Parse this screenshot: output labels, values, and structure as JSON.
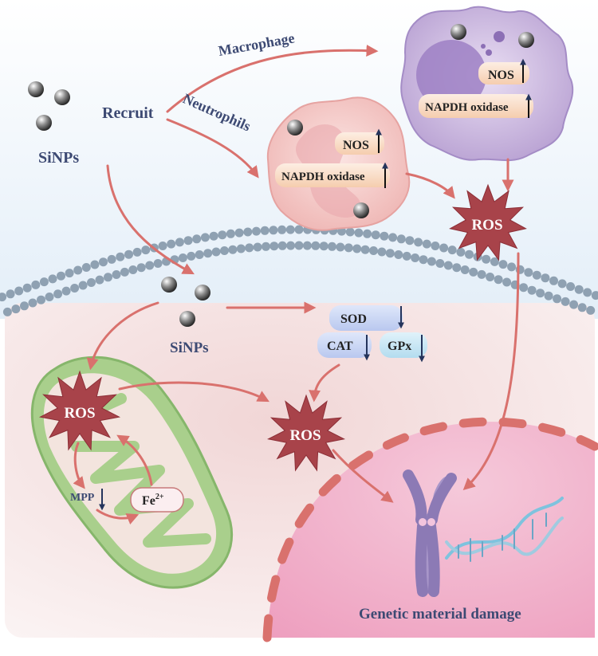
{
  "labels": {
    "sinps_top": "SiNPs",
    "sinps_cell": "SiNPs",
    "recruit": "Recruit",
    "macrophage": "Macrophage",
    "neutrophils": "Neutrophils",
    "ros_right": "ROS",
    "ros_mito": "ROS",
    "ros_center": "ROS",
    "mpp": "MPP",
    "genetic_damage": "Genetic material damage"
  },
  "macrophage_markers": {
    "nos": "NOS",
    "napdh": "NAPDH oxidase"
  },
  "neutrophil_markers": {
    "nos": "NOS",
    "napdh": "NAPDH oxidase"
  },
  "enzymes": {
    "sod": "SOD",
    "cat": "CAT",
    "gpx": "GPx"
  },
  "iron": {
    "base": "Fe",
    "superscript": "2+"
  },
  "colors": {
    "arrow": "#d9716d",
    "label_text": "#3d4a73",
    "ros_star": "#a8434a",
    "mitochondrion": "#a9cf8c",
    "nucleus": "#f0b8cf",
    "macrophage": "#cab6df",
    "neutrophil": "#f7d0cf",
    "cell_background": "#f9eeee",
    "extracellular_background": "#e8f1f9"
  }
}
